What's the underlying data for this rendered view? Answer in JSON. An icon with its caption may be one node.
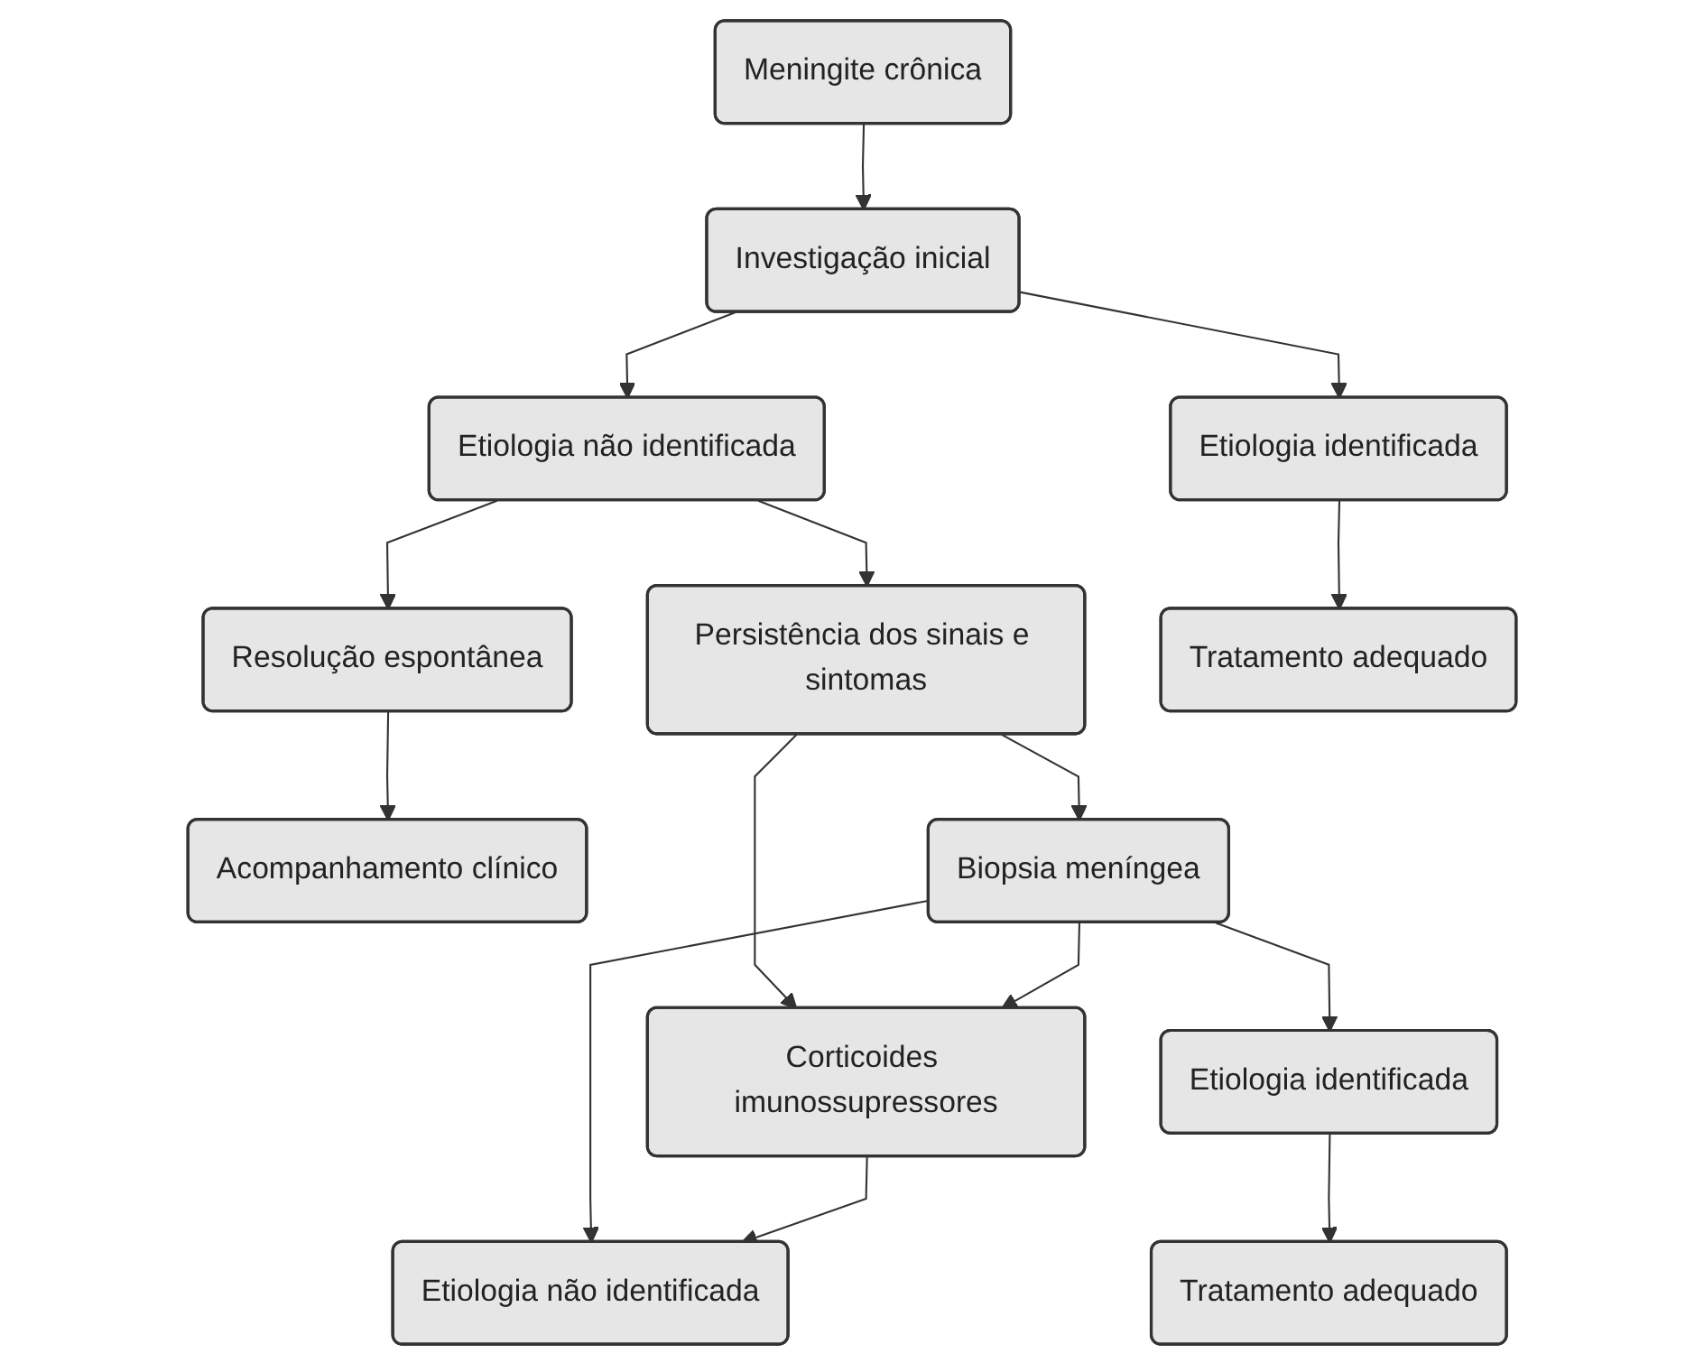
{
  "diagram": {
    "nodes": [
      {
        "text": [
          "Meningite crônica"
        ]
      },
      {
        "text": [
          "Investigação inicial"
        ]
      },
      {
        "text": [
          "Etiologia identificada"
        ]
      },
      {
        "text": [
          "Resolução espontânea"
        ]
      },
      {
        "text": [
          "Etiologia não identificada"
        ]
      },
      {
        "text": [
          "Tratamento adequado"
        ]
      },
      {
        "text": [
          "Acompanhamento clínico"
        ]
      },
      {
        "text": [
          "Persistência dos sinais e sintomas"
        ]
      },
      {
        "text": [
          "Corticoides imunossupressores"
        ]
      },
      {
        "text": [
          "Etiologia identificada"
        ]
      },
      {
        "text": [
          "Biopsia meníngea"
        ]
      },
      {
        "text": [
          "Etiologia não identificada"
        ]
      },
      {
        "text": [
          "Tratamento adequado"
        ]
      }
    ],
    "edges": [
      {
        "from": 0,
        "to": 1,
        "arrow": "to"
      },
      {
        "from": 1,
        "to": 2,
        "arrow": "to"
      },
      {
        "from": 1,
        "to": 4,
        "arrow": "to"
      },
      {
        "from": 2,
        "to": 5,
        "arrow": "to"
      },
      {
        "from": 4,
        "to": 3,
        "arrow": "to"
      },
      {
        "from": 3,
        "to": 6,
        "arrow": "to"
      },
      {
        "from": 4,
        "to": 7,
        "arrow": "to"
      },
      {
        "from": 7,
        "to": 8,
        "arrow": "to"
      },
      {
        "from": 7,
        "to": 10,
        "arrow": "to"
      },
      {
        "from": 10,
        "to": 9,
        "arrow": "to"
      },
      {
        "from": 10,
        "to": 8,
        "arrow": "to"
      },
      {
        "from": 10,
        "to": 11,
        "arrow": "to"
      },
      {
        "from": 8,
        "to": 11,
        "arrow": "to"
      },
      {
        "from": 9,
        "to": 12,
        "arrow": "to"
      }
    ]
  }
}
